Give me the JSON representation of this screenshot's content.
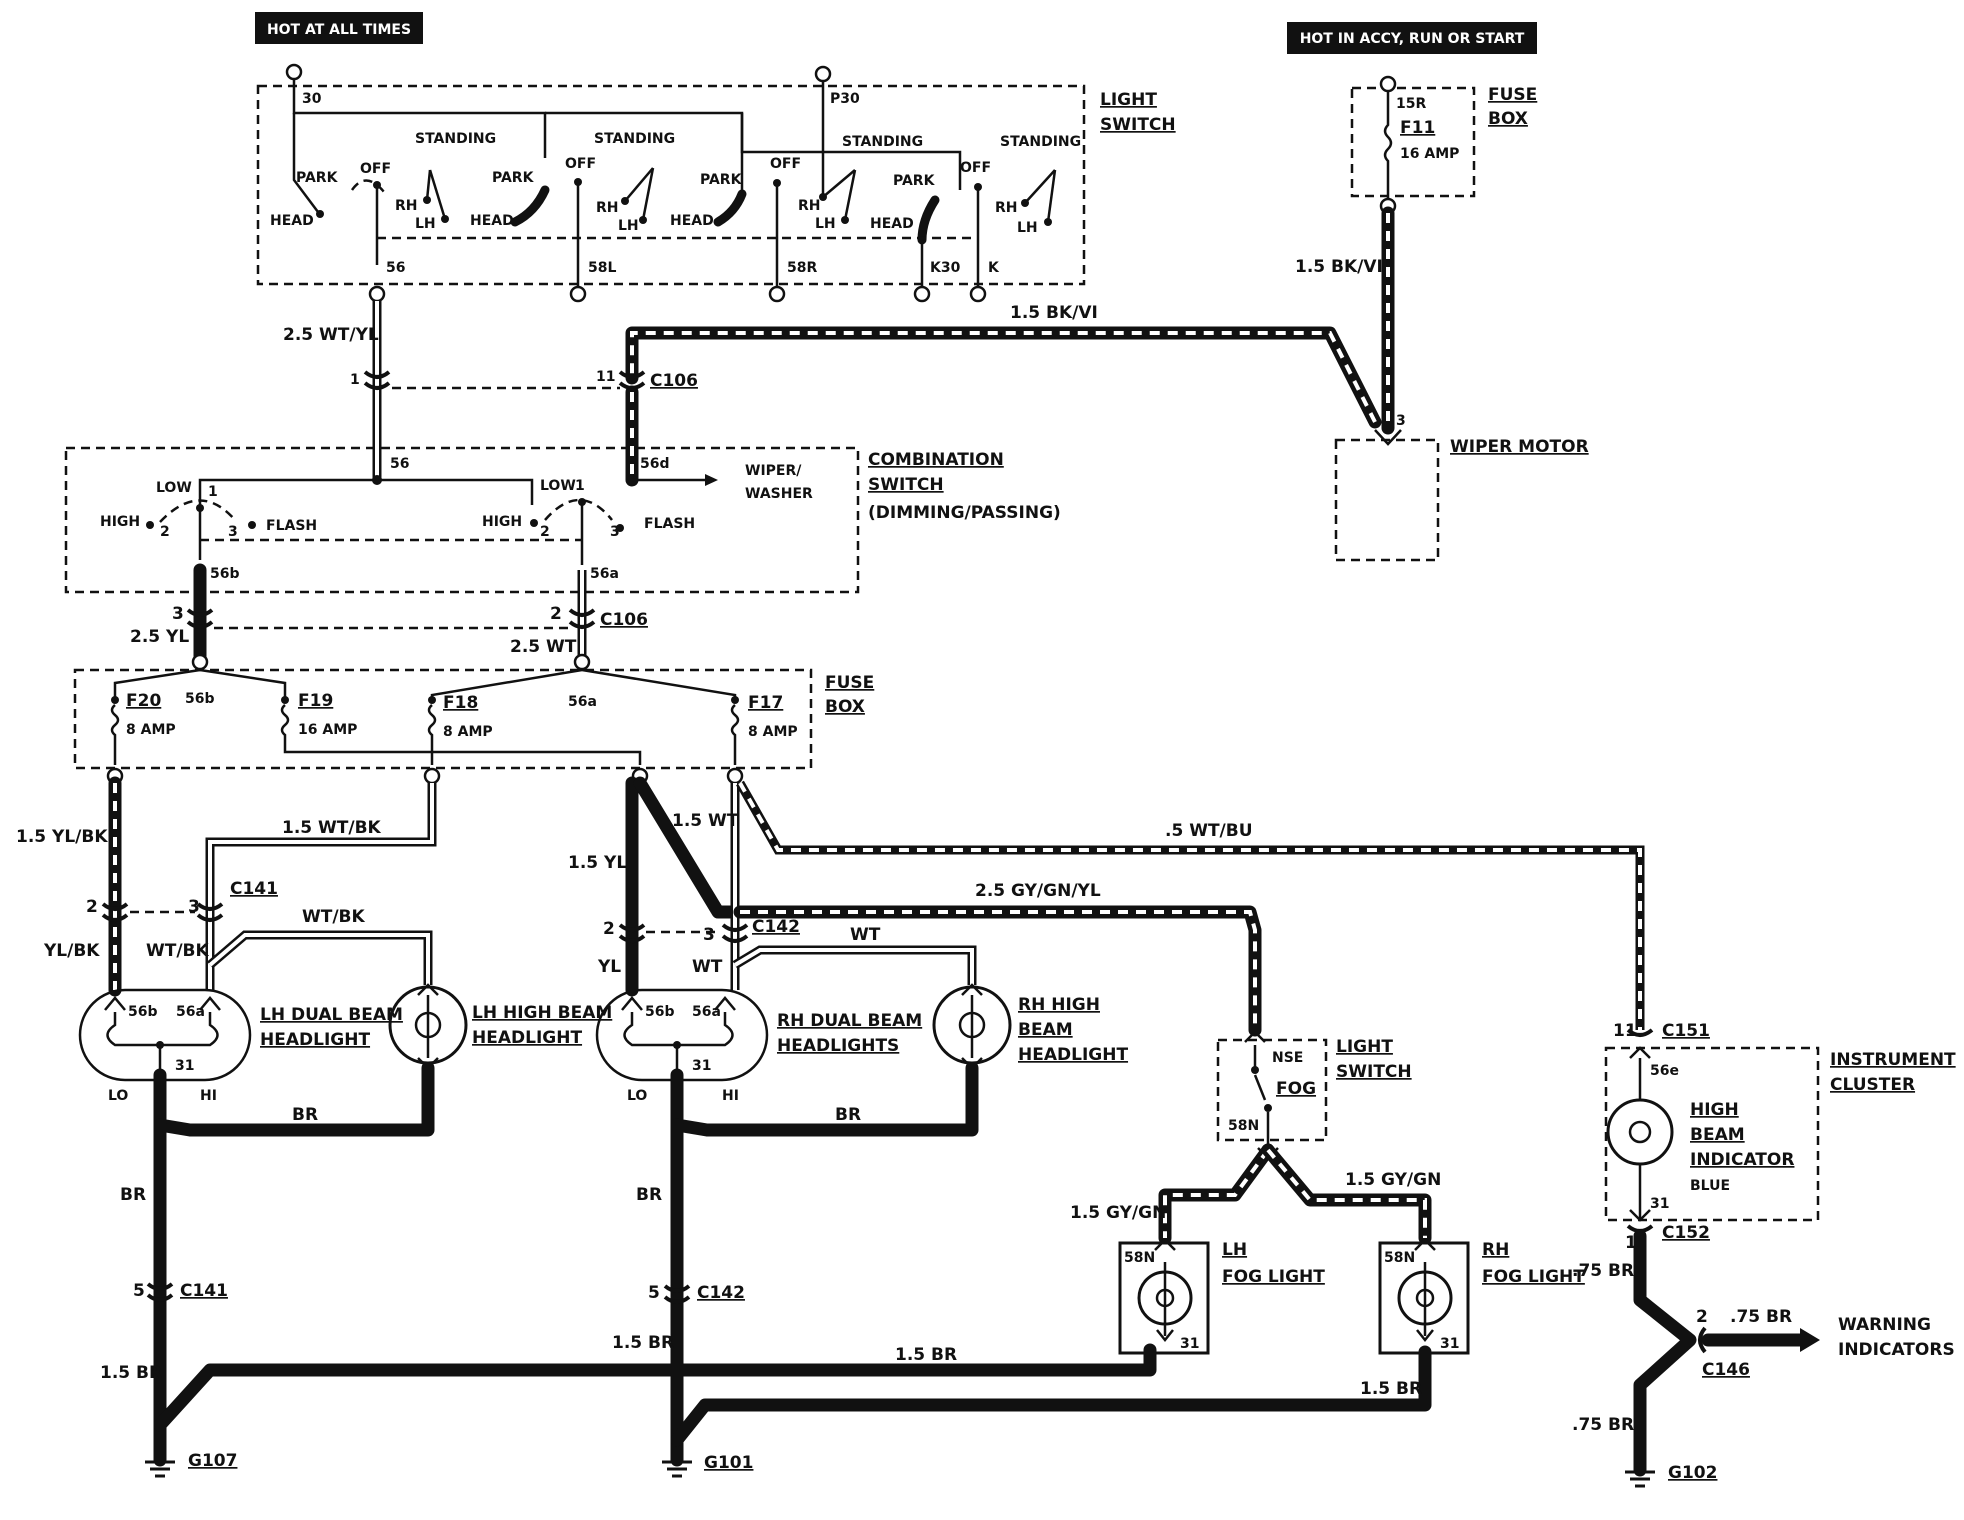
{
  "banners": {
    "hot_at_all_times": "HOT AT ALL TIMES",
    "hot_in_accy": "HOT IN ACCY, RUN OR START"
  },
  "components": {
    "light_switch": {
      "name1": "LIGHT",
      "name2": "SWITCH"
    },
    "fuse_box_top": {
      "name1": "FUSE",
      "name2": "BOX",
      "terminal": "15R",
      "fuse": "F11",
      "rating": "16 AMP"
    },
    "combination_switch": {
      "name1": "COMBINATION",
      "name2": "SWITCH",
      "name3": "(DIMMING/PASSING)"
    },
    "wiper_motor": {
      "name": "WIPER MOTOR",
      "pin": "3"
    },
    "fuse_box_mid": {
      "name1": "FUSE",
      "name2": "BOX"
    },
    "lh_dual_beam": {
      "name1": "LH DUAL BEAM",
      "name2": "HEADLIGHT"
    },
    "lh_high_beam": {
      "name1": "LH HIGH BEAM",
      "name2": "HEADLIGHT"
    },
    "rh_dual_beam": {
      "name1": "RH DUAL BEAM",
      "name2": "HEADLIGHTS"
    },
    "rh_high_beam": {
      "name1": "RH HIGH",
      "name2": "BEAM",
      "name3": "HEADLIGHT"
    },
    "fog_switch": {
      "name1": "LIGHT",
      "name2": "SWITCH",
      "nse": "NSE",
      "fog": "FOG",
      "t58n": "58N"
    },
    "lh_fog": {
      "name1": "LH",
      "name2": "FOG LIGHT"
    },
    "rh_fog": {
      "name1": "RH",
      "name2": "FOG LIGHT"
    },
    "instrument_cluster": {
      "name1": "INSTRUMENT",
      "name2": "CLUSTER",
      "ind1": "HIGH",
      "ind2": "BEAM",
      "ind3": "INDICATOR",
      "color": "BLUE",
      "t56e": "56e",
      "t31": "31"
    },
    "warning_indicators": {
      "name1": "WARNING",
      "name2": "INDICATORS"
    }
  },
  "switch_labels": {
    "park": "PARK",
    "off": "OFF",
    "standing": "STANDING",
    "head": "HEAD",
    "rh": "RH",
    "lh": "LH",
    "low": "LOW",
    "high": "HIGH",
    "flash": "FLASH",
    "wiper_washer1": "WIPER/",
    "wiper_washer2": "WASHER"
  },
  "terminals": {
    "t30": "30",
    "p30": "P30",
    "t56": "56",
    "t58l": "58L",
    "t58r": "58R",
    "k30": "K30",
    "k": "K",
    "t56d": "56d",
    "t56b": "56b",
    "t56a": "56a",
    "t31": "31",
    "t58n": "58N",
    "lo": "LO",
    "hi": "HI",
    "one": "1",
    "two": "2",
    "three": "3",
    "five": "5",
    "eleven": "11"
  },
  "fuses": [
    {
      "id": "F20",
      "rating": "8 AMP"
    },
    {
      "id": "F19",
      "rating": "16 AMP"
    },
    {
      "id": "F18",
      "rating": "8 AMP"
    },
    {
      "id": "F17",
      "rating": "8 AMP"
    }
  ],
  "connectors": {
    "c106": "C106",
    "c141": "C141",
    "c142": "C142",
    "c151": "C151",
    "c152": "C152",
    "c146": "C146"
  },
  "grounds": {
    "g107": "G107",
    "g101": "G101",
    "g102": "G102"
  },
  "wires": {
    "w25wtyl": "2.5 WT/YL",
    "w15bkvi": "1.5 BK/VI",
    "w25yl": "2.5 YL",
    "w25wt": "2.5 WT",
    "w15ylbk": "1.5 YL/BK",
    "w15wtbk": "1.5 WT/BK",
    "wtbk": "WT/BK",
    "ylbk": "YL/BK",
    "w15yl": "1.5 YL",
    "w15wt": "1.5 WT",
    "w5wtbu": ".5 WT/BU",
    "w25gygnyl": "2.5 GY/GN/YL",
    "wt": "WT",
    "yl": "YL",
    "br": "BR",
    "w15br": "1.5 BR",
    "w15gygn": "1.5 GY/GN",
    "w75br": ".75 BR"
  }
}
